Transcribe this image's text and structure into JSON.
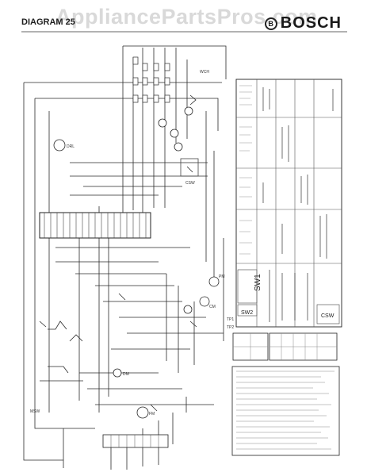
{
  "header": {
    "watermark": "AppliancePartsPros.com",
    "diagram_label": "DIAGRAM 25",
    "brand_name": "BOSCH",
    "brand_mark": "B"
  },
  "switch_tables": {
    "sw1": "SW1",
    "sw2": "SW2",
    "csw": "CSW"
  },
  "component_labels": {
    "wch": "WCH",
    "pm": "PM",
    "cm": "CM",
    "csw": "CSW",
    "drl": "DRL",
    "mswi": "MSW",
    "fm": "FM",
    "dm": "DM"
  },
  "terminal_labels": {
    "tp1": "TP1",
    "tp2": "TP2"
  }
}
